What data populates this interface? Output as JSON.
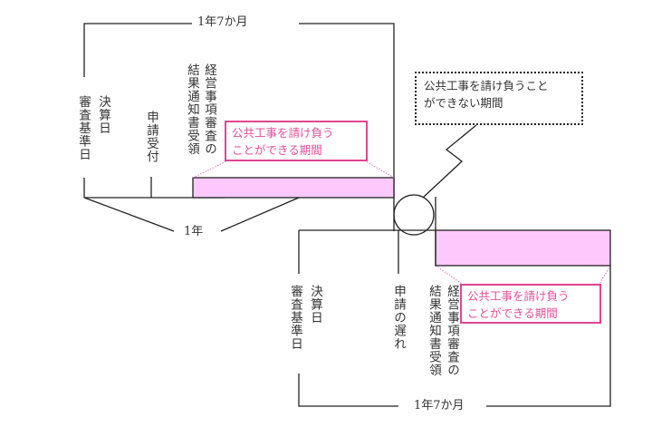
{
  "top": {
    "span_label": "1年7か月",
    "year_label": "1年",
    "labels": {
      "review_base_date": "審査基準日",
      "settlement_date": "決算日",
      "application_received": "申請受付",
      "result_line1": "経営事項審査の",
      "result_line2": "結果通知書受領"
    },
    "can_contract_line1": "公共工事を請け負う",
    "can_contract_line2": "ことができる期間"
  },
  "gap": {
    "cannot_contract_line1": "公共工事を請け負うこと",
    "cannot_contract_line2": "ができない期間"
  },
  "bottom": {
    "span_label": "1年7か月",
    "labels": {
      "review_base_date": "審査基準日",
      "settlement_date": "決算日",
      "application_delay": "申請の遅れ",
      "result_line1": "経営事項審査の",
      "result_line2": "結果通知書受領"
    },
    "can_contract_line1": "公共工事を請け負う",
    "can_contract_line2": "ことができる期間"
  },
  "colors": {
    "period_fill": "#fdc8fb",
    "accent": "#e0468f"
  }
}
